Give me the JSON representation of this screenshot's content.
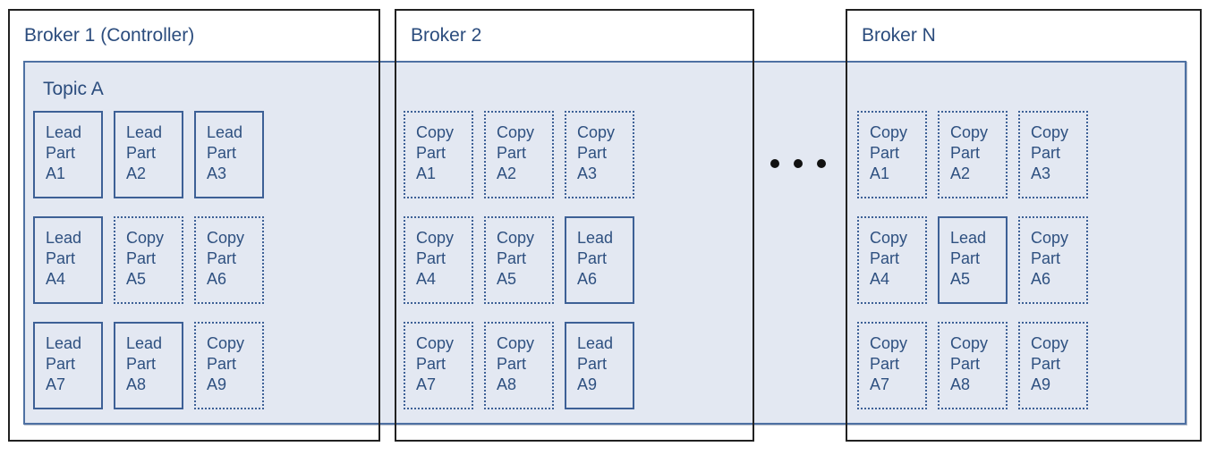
{
  "diagram": {
    "topic": {
      "label": "Topic A"
    },
    "ellipsis": {
      "dots": 3
    },
    "brokers": [
      {
        "label": "Broker 1 (Controller)",
        "cells": [
          {
            "role": "lead",
            "line1": "Lead",
            "line2": "Part",
            "line3": "A1"
          },
          {
            "role": "lead",
            "line1": "Lead",
            "line2": "Part",
            "line3": "A2"
          },
          {
            "role": "lead",
            "line1": "Lead",
            "line2": "Part",
            "line3": "A3"
          },
          {
            "role": "lead",
            "line1": "Lead",
            "line2": "Part",
            "line3": "A4"
          },
          {
            "role": "copy",
            "line1": "Copy",
            "line2": "Part",
            "line3": "A5"
          },
          {
            "role": "copy",
            "line1": "Copy",
            "line2": "Part",
            "line3": "A6"
          },
          {
            "role": "lead",
            "line1": "Lead",
            "line2": "Part",
            "line3": "A7"
          },
          {
            "role": "lead",
            "line1": "Lead",
            "line2": "Part",
            "line3": "A8"
          },
          {
            "role": "copy",
            "line1": "Copy",
            "line2": "Part",
            "line3": "A9"
          }
        ]
      },
      {
        "label": "Broker 2",
        "cells": [
          {
            "role": "copy",
            "line1": "Copy",
            "line2": "Part",
            "line3": "A1"
          },
          {
            "role": "copy",
            "line1": "Copy",
            "line2": "Part",
            "line3": "A2"
          },
          {
            "role": "copy",
            "line1": "Copy",
            "line2": "Part",
            "line3": "A3"
          },
          {
            "role": "copy",
            "line1": "Copy",
            "line2": "Part",
            "line3": "A4"
          },
          {
            "role": "copy",
            "line1": "Copy",
            "line2": "Part",
            "line3": "A5"
          },
          {
            "role": "lead",
            "line1": "Lead",
            "line2": "Part",
            "line3": "A6"
          },
          {
            "role": "copy",
            "line1": "Copy",
            "line2": "Part",
            "line3": "A7"
          },
          {
            "role": "copy",
            "line1": "Copy",
            "line2": "Part",
            "line3": "A8"
          },
          {
            "role": "lead",
            "line1": "Lead",
            "line2": "Part",
            "line3": "A9"
          }
        ]
      },
      {
        "label": "Broker N",
        "cells": [
          {
            "role": "copy",
            "line1": "Copy",
            "line2": "Part",
            "line3": "A1"
          },
          {
            "role": "copy",
            "line1": "Copy",
            "line2": "Part",
            "line3": "A2"
          },
          {
            "role": "copy",
            "line1": "Copy",
            "line2": "Part",
            "line3": "A3"
          },
          {
            "role": "copy",
            "line1": "Copy",
            "line2": "Part",
            "line3": "A4"
          },
          {
            "role": "lead",
            "line1": "Lead",
            "line2": "Part",
            "line3": "A5"
          },
          {
            "role": "copy",
            "line1": "Copy",
            "line2": "Part",
            "line3": "A6"
          },
          {
            "role": "copy",
            "line1": "Copy",
            "line2": "Part",
            "line3": "A7"
          },
          {
            "role": "copy",
            "line1": "Copy",
            "line2": "Part",
            "line3": "A8"
          },
          {
            "role": "copy",
            "line1": "Copy",
            "line2": "Part",
            "line3": "A9"
          }
        ]
      }
    ]
  },
  "colors": {
    "broker_border": "#212121",
    "band_fill": "#e3e8f2",
    "band_border": "#4e71a3",
    "cell_border": "#3d6096",
    "text_blue": "#2b4c7d",
    "dot_color": "#111111"
  }
}
